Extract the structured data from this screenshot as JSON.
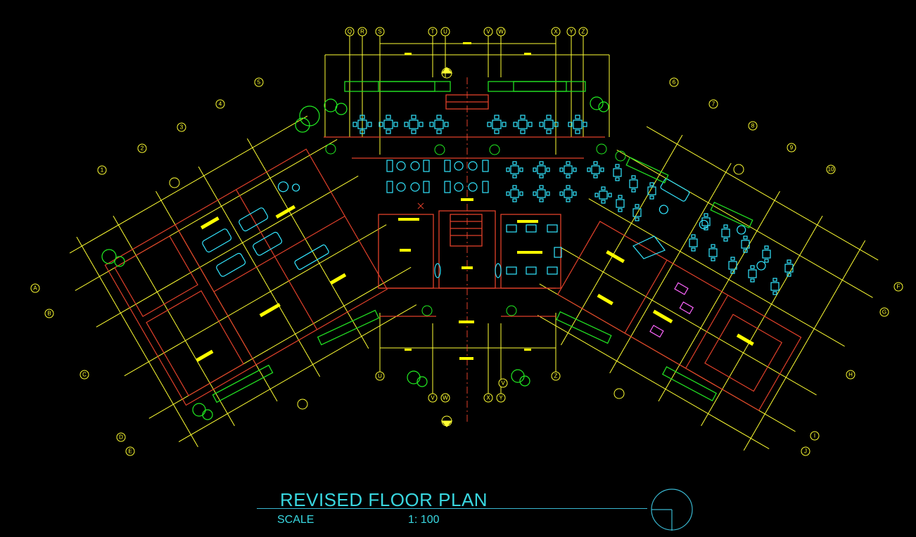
{
  "drawing": {
    "title": "REVISED FLOOR PLAN",
    "scale_label": "SCALE",
    "scale_value": "1:   100"
  },
  "grid_labels": {
    "top": [
      "Q",
      "R",
      "S",
      "T",
      "U",
      "V",
      "W",
      "X",
      "Y",
      "Z"
    ],
    "bottom": [
      "U",
      "V",
      "W",
      "X",
      "Y",
      "V",
      "Z"
    ],
    "left_wing": [
      "1",
      "2",
      "3",
      "4",
      "5",
      "A",
      "B",
      "C",
      "D",
      "E"
    ],
    "right_wing": [
      "6",
      "7",
      "8",
      "9",
      "10",
      "F",
      "G",
      "H",
      "I",
      "J"
    ]
  },
  "colors": {
    "background": "#000000",
    "walls": "#e0402a",
    "gridlines": "#ffff33",
    "furniture": "#33e6ff",
    "vegetation": "#22dd22",
    "fixtures": "#ff66ff",
    "text": "#39d7e0"
  }
}
